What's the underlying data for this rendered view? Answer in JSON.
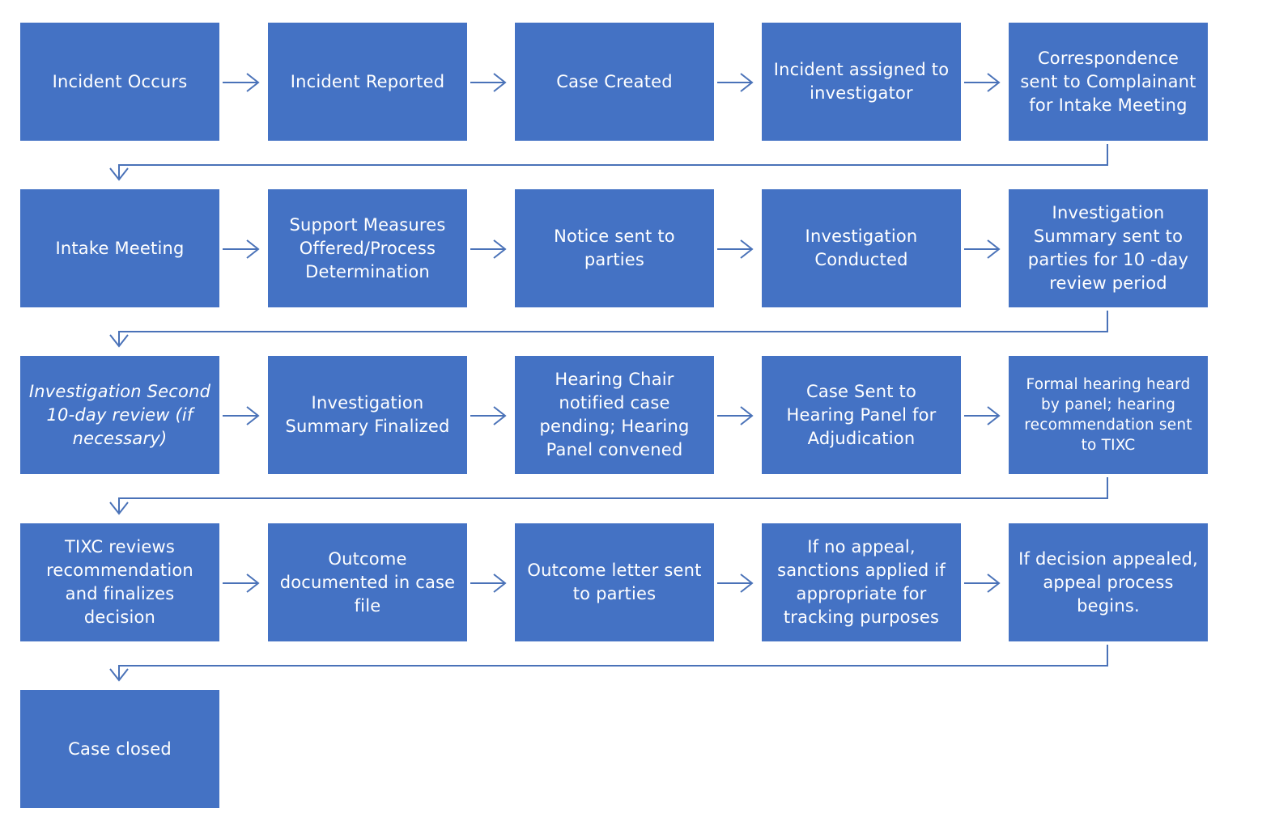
{
  "diagram": {
    "rows": [
      [
        {
          "id": "n1",
          "label": "Incident Occurs"
        },
        {
          "id": "n2",
          "label": "Incident Reported"
        },
        {
          "id": "n3",
          "label": "Case Created"
        },
        {
          "id": "n4",
          "label": "Incident assigned to investigator"
        },
        {
          "id": "n5",
          "label": "Correspondence sent to Complainant for Intake Meeting"
        }
      ],
      [
        {
          "id": "n6",
          "label": "Intake Meeting"
        },
        {
          "id": "n7",
          "label": "Support Measures Offered/Process Determination"
        },
        {
          "id": "n8",
          "label": "Notice sent to parties"
        },
        {
          "id": "n9",
          "label": "Investigation Conducted"
        },
        {
          "id": "n10",
          "label": "Investigation Summary sent to parties for 10 -day review period"
        }
      ],
      [
        {
          "id": "n11",
          "label": "Investigation Second 10-day review (if necessary)",
          "italic": true
        },
        {
          "id": "n12",
          "label": "Investigation Summary Finalized"
        },
        {
          "id": "n13",
          "label": "Hearing Chair notified case pending; Hearing Panel convened"
        },
        {
          "id": "n14",
          "label": "Case Sent to Hearing Panel for Adjudication"
        },
        {
          "id": "n15",
          "label": "Formal hearing heard by panel; hearing recommendation sent to TIXC",
          "small": true
        }
      ],
      [
        {
          "id": "n16",
          "label": "TIXC reviews recommendation and finalizes decision"
        },
        {
          "id": "n17",
          "label": "Outcome documented in case file"
        },
        {
          "id": "n18",
          "label": "Outcome letter sent to parties"
        },
        {
          "id": "n19",
          "label": "If no appeal, sanctions applied if appropriate for tracking purposes"
        },
        {
          "id": "n20",
          "label": "If decision appealed, appeal process begins."
        }
      ],
      [
        {
          "id": "n21",
          "label": "Case closed"
        }
      ]
    ],
    "colors": {
      "box": "#4472c4",
      "connector": "#4a72b8",
      "text": "#ffffff"
    }
  }
}
